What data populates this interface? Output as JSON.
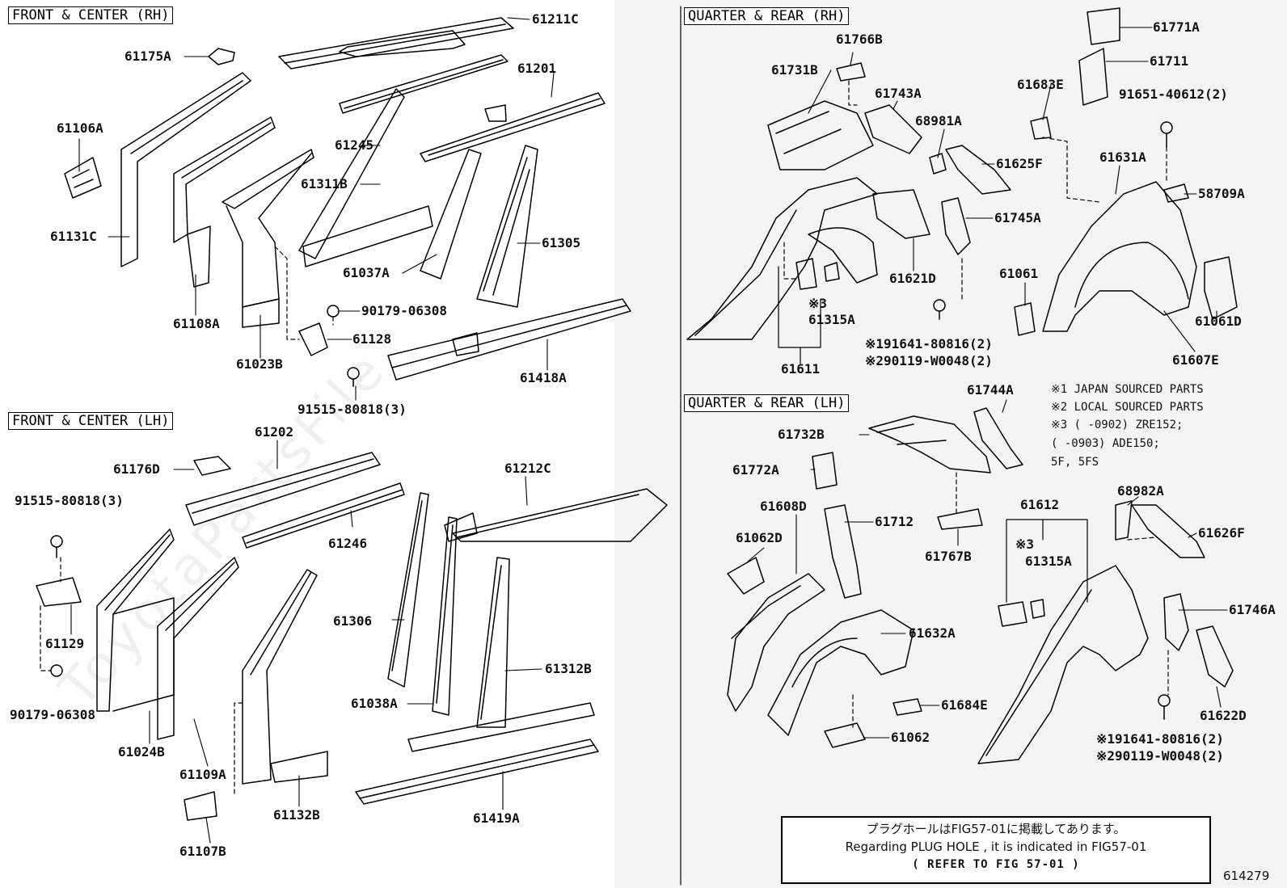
{
  "sections": {
    "front_rh": "FRONT & CENTER (RH)",
    "front_lh": "FRONT & CENTER (LH)",
    "quarter_rh": "QUARTER & REAR (RH)",
    "quarter_lh": "QUARTER & REAR (LH)"
  },
  "callouts": {
    "front_rh": [
      "61211C",
      "61175A",
      "61201",
      "61106A",
      "61245",
      "61311B",
      "61131C",
      "61305",
      "61037A",
      "61108A",
      "90179-06308",
      "61128",
      "61023B",
      "61418A",
      "91515-80818(3)"
    ],
    "front_lh": [
      "61202",
      "61212C",
      "61176D",
      "91515-80818(3)",
      "61246",
      "61129",
      "61306",
      "61312B",
      "90179-06308",
      "61038A",
      "61024B",
      "61109A",
      "61132B",
      "61419A",
      "61107B"
    ],
    "quarter_rh": [
      "61766B",
      "61771A",
      "61711",
      "61731B",
      "61743A",
      "61683E",
      "91651-40612(2)",
      "68981A",
      "61625F",
      "61631A",
      "58709A",
      "61745A",
      "61621D",
      "61061",
      "※3",
      "61315A",
      "61061D",
      "※191641-80816(2)",
      "※290119-W0048(2)",
      "61611",
      "61607E"
    ],
    "quarter_lh": [
      "61744A",
      "61732B",
      "61772A",
      "61608D",
      "61712",
      "61062D",
      "61612",
      "68982A",
      "61626F",
      "※3",
      "61315A",
      "61767B",
      "61746A",
      "61632A",
      "61684E",
      "61062",
      "61622D",
      "※191641-80816(2)",
      "※290119-W0048(2)"
    ]
  },
  "legend": [
    "※1 JAPAN SOURCED PARTS",
    "※2 LOCAL SOURCED PARTS",
    "※3 (      -0902) ZRE152;",
    "    (      -0903) ADE150;",
    "    5F, 5FS"
  ],
  "notebox": {
    "ja": "プラグホールはFIG57-01に掲載してあります。",
    "en": "Regarding PLUG HOLE , it is indicated in FIG57-01",
    "ref": "( REFER TO FIG 57-01 )"
  },
  "figure_code": "614279",
  "watermark": "ToyotaPartsFile"
}
